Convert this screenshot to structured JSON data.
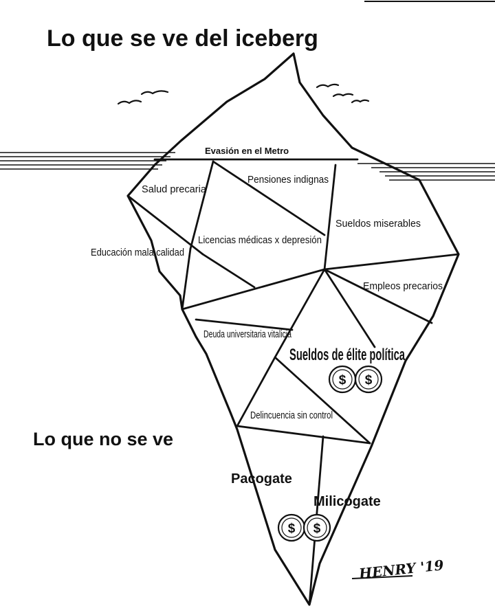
{
  "title": "Lo que se ve del iceberg",
  "subtitle": "Lo que no se ve",
  "labels": {
    "evasion": "Evasión en el Metro",
    "salud": "Salud precaria",
    "pensiones": "Pensiones indignas",
    "sueldos_miserables": "Sueldos miserables",
    "educacion": "Educación mala calidad",
    "licencias": "Licencias médicas x depresión",
    "empleos": "Empleos precarios",
    "deuda": "Deuda universitaria vitalicia",
    "elite": "Sueldos de élite política",
    "delincuencia": "Delincuencia sin control",
    "pacogate": "Pacogate",
    "milicogate": "Milicogate"
  },
  "coin_symbol": "$",
  "signature": "HENRY '19",
  "colors": {
    "ink": "#111111",
    "paper": "#ffffff"
  }
}
